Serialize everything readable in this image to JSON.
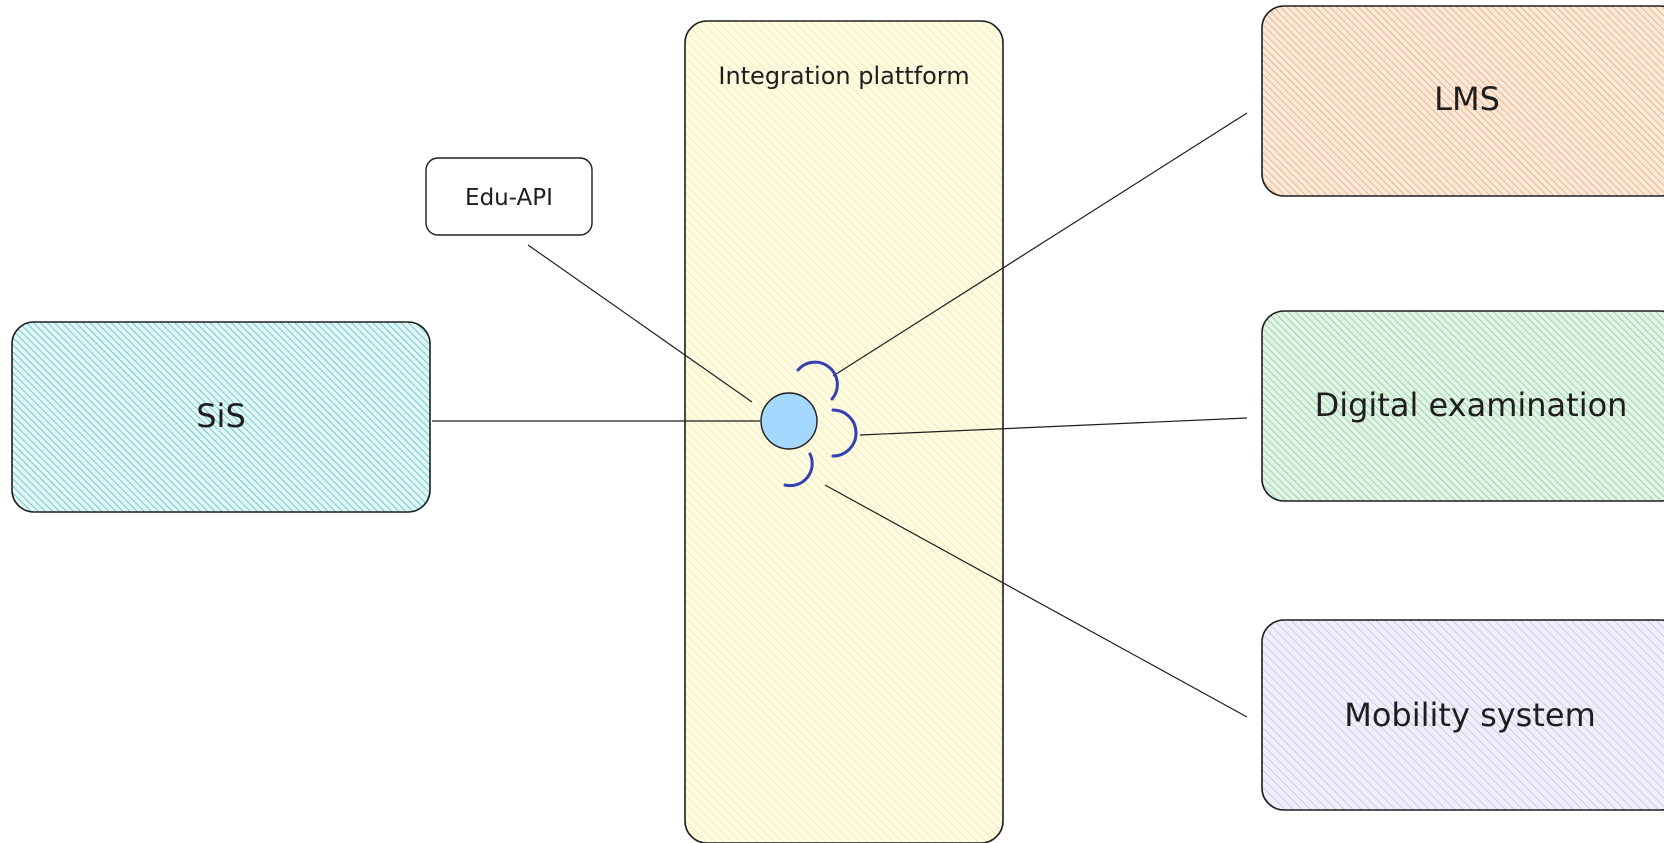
{
  "diagram": {
    "platform": {
      "label": "Integration plattform",
      "fill": "#fffbe0",
      "hatch": "#e9e2a8"
    },
    "api_label": {
      "label": "Edu-API"
    },
    "hub": {
      "fill": "#a5d8ff",
      "socket_color": "#3341b5"
    },
    "sis": {
      "label": "SiS",
      "fill": "#e3f7f8",
      "hatch": "#3fb6c0"
    },
    "lms": {
      "label": "LMS",
      "fill": "#fde9da",
      "hatch": "#e69a62"
    },
    "exam": {
      "label": "Digital examination",
      "fill": "#e3f4e6",
      "hatch": "#6cc283"
    },
    "mobility": {
      "label": "Mobility system",
      "fill": "#f1eefb",
      "hatch": "#b7a9e6"
    }
  }
}
